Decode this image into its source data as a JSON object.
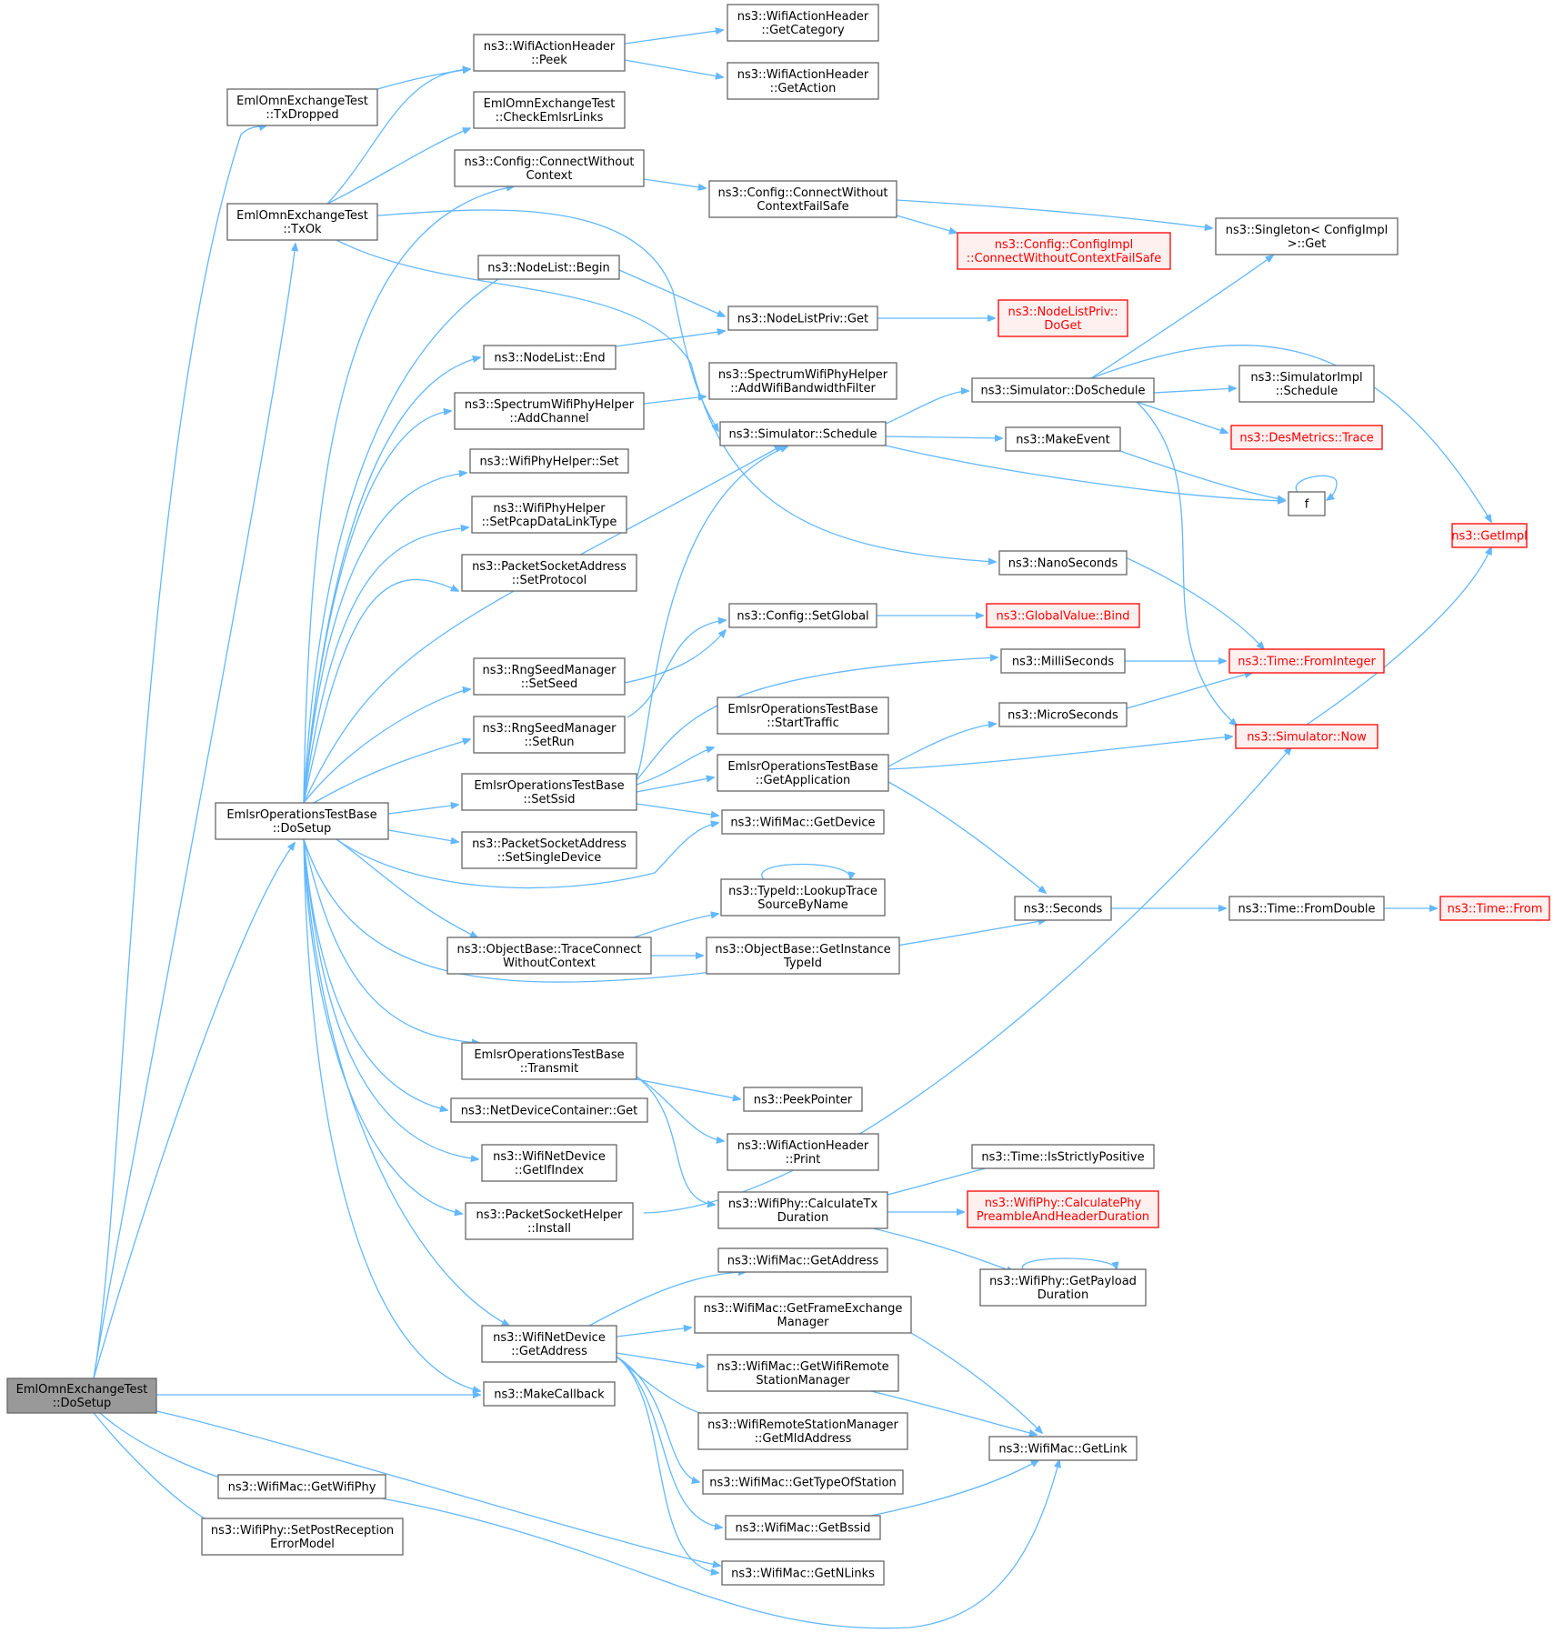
{
  "colors": {
    "edge": "#63b8ff",
    "node_border": "#666666",
    "root_fill": "#999999",
    "truncated_border": "#ff0000",
    "truncated_fill": "#fff0f0"
  },
  "nodes": [
    {
      "id": "root",
      "lines": [
        "EmlOmnExchangeTest",
        "::DoSetup"
      ],
      "kind": "root"
    },
    {
      "id": "txdropped",
      "lines": [
        "EmlOmnExchangeTest",
        "::TxDropped"
      ]
    },
    {
      "id": "txok",
      "lines": [
        "EmlOmnExchangeTest",
        "::TxOk"
      ]
    },
    {
      "id": "ebdosetup",
      "lines": [
        "EmlsrOperationsTestBase",
        "::DoSetup"
      ]
    },
    {
      "id": "getwifiphy",
      "lines": [
        "ns3::WifiMac::GetWifiPhy"
      ]
    },
    {
      "id": "setpostrx",
      "lines": [
        "ns3::WifiPhy::SetPostReception",
        "ErrorModel"
      ]
    },
    {
      "id": "peek",
      "lines": [
        "ns3::WifiActionHeader",
        "::Peek"
      ]
    },
    {
      "id": "checkemlsr",
      "lines": [
        "EmlOmnExchangeTest",
        "::CheckEmlsrLinks"
      ]
    },
    {
      "id": "connwoctx",
      "lines": [
        "ns3::Config::ConnectWithout",
        "Context"
      ]
    },
    {
      "id": "nlbegin",
      "lines": [
        "ns3::NodeList::Begin"
      ]
    },
    {
      "id": "nlend",
      "lines": [
        "ns3::NodeList::End"
      ]
    },
    {
      "id": "addchannel",
      "lines": [
        "ns3::SpectrumWifiPhyHelper",
        "::AddChannel"
      ]
    },
    {
      "id": "wphset",
      "lines": [
        "ns3::WifiPhyHelper::Set"
      ]
    },
    {
      "id": "setpcap",
      "lines": [
        "ns3::WifiPhyHelper",
        "::SetPcapDataLinkType"
      ]
    },
    {
      "id": "setprotocol",
      "lines": [
        "ns3::PacketSocketAddress",
        "::SetProtocol"
      ]
    },
    {
      "id": "setseed",
      "lines": [
        "ns3::RngSeedManager",
        "::SetSeed"
      ]
    },
    {
      "id": "setrun",
      "lines": [
        "ns3::RngSeedManager",
        "::SetRun"
      ]
    },
    {
      "id": "setssid",
      "lines": [
        "EmlsrOperationsTestBase",
        "::SetSsid"
      ]
    },
    {
      "id": "setsingledev",
      "lines": [
        "ns3::PacketSocketAddress",
        "::SetSingleDevice"
      ]
    },
    {
      "id": "traceconnect",
      "lines": [
        "ns3::ObjectBase::TraceConnect",
        "WithoutContext"
      ]
    },
    {
      "id": "transmit",
      "lines": [
        "EmlsrOperationsTestBase",
        "::Transmit"
      ]
    },
    {
      "id": "ndcget",
      "lines": [
        "ns3::NetDeviceContainer::Get"
      ]
    },
    {
      "id": "getifindex",
      "lines": [
        "ns3::WifiNetDevice",
        "::GetIfIndex"
      ]
    },
    {
      "id": "pshinstall",
      "lines": [
        "ns3::PacketSocketHelper",
        "::Install"
      ]
    },
    {
      "id": "wndgetaddr",
      "lines": [
        "ns3::WifiNetDevice",
        "::GetAddress"
      ]
    },
    {
      "id": "makecallback",
      "lines": [
        "ns3::MakeCallback"
      ]
    },
    {
      "id": "getcategory",
      "lines": [
        "ns3::WifiActionHeader",
        "::GetCategory"
      ]
    },
    {
      "id": "getaction",
      "lines": [
        "ns3::WifiActionHeader",
        "::GetAction"
      ]
    },
    {
      "id": "connwoctxfs",
      "lines": [
        "ns3::Config::ConnectWithout",
        "ContextFailSafe"
      ]
    },
    {
      "id": "nlpget",
      "lines": [
        "ns3::NodeListPriv::Get"
      ]
    },
    {
      "id": "addbwfilter",
      "lines": [
        "ns3::SpectrumWifiPhyHelper",
        "::AddWifiBandwidthFilter"
      ]
    },
    {
      "id": "simschedule",
      "lines": [
        "ns3::Simulator::Schedule"
      ]
    },
    {
      "id": "cfgsetglobal",
      "lines": [
        "ns3::Config::SetGlobal"
      ]
    },
    {
      "id": "starttraffic",
      "lines": [
        "EmlsrOperationsTestBase",
        "::StartTraffic"
      ]
    },
    {
      "id": "getapplication",
      "lines": [
        "EmlsrOperationsTestBase",
        "::GetApplication"
      ]
    },
    {
      "id": "getdevice",
      "lines": [
        "ns3::WifiMac::GetDevice"
      ]
    },
    {
      "id": "lookuptrace",
      "lines": [
        "ns3::TypeId::LookupTrace",
        "SourceByName"
      ]
    },
    {
      "id": "getinstancetid",
      "lines": [
        "ns3::ObjectBase::GetInstance",
        "TypeId"
      ]
    },
    {
      "id": "peekpointer",
      "lines": [
        "ns3::PeekPointer"
      ]
    },
    {
      "id": "wahprint",
      "lines": [
        "ns3::WifiActionHeader",
        "::Print"
      ]
    },
    {
      "id": "calctxdur",
      "lines": [
        "ns3::WifiPhy::CalculateTx",
        "Duration"
      ]
    },
    {
      "id": "macgetaddr",
      "lines": [
        "ns3::WifiMac::GetAddress"
      ]
    },
    {
      "id": "getfem",
      "lines": [
        "ns3::WifiMac::GetFrameExchange",
        "Manager"
      ]
    },
    {
      "id": "getrsm",
      "lines": [
        "ns3::WifiMac::GetWifiRemote",
        "StationManager"
      ]
    },
    {
      "id": "getmldaddr",
      "lines": [
        "ns3::WifiRemoteStationManager",
        "::GetMldAddress"
      ]
    },
    {
      "id": "gettypeofsta",
      "lines": [
        "ns3::WifiMac::GetTypeOfStation"
      ]
    },
    {
      "id": "getbssid",
      "lines": [
        "ns3::WifiMac::GetBssid"
      ]
    },
    {
      "id": "getnlinks",
      "lines": [
        "ns3::WifiMac::GetNLinks"
      ]
    },
    {
      "id": "cfgimplcwcfs",
      "lines": [
        "ns3::Config::ConfigImpl",
        "::ConnectWithoutContextFailSafe"
      ],
      "kind": "trunc"
    },
    {
      "id": "nlpdoget",
      "lines": [
        "ns3::NodeListPriv::",
        "DoGet"
      ],
      "kind": "trunc"
    },
    {
      "id": "simdoschedule",
      "lines": [
        "ns3::Simulator::DoSchedule"
      ]
    },
    {
      "id": "makeevent",
      "lines": [
        "ns3::MakeEvent"
      ]
    },
    {
      "id": "nanoseconds",
      "lines": [
        "ns3::NanoSeconds"
      ]
    },
    {
      "id": "gvbind",
      "lines": [
        "ns3::GlobalValue::Bind"
      ],
      "kind": "trunc"
    },
    {
      "id": "milliseconds",
      "lines": [
        "ns3::MilliSeconds"
      ]
    },
    {
      "id": "microseconds",
      "lines": [
        "ns3::MicroSeconds"
      ]
    },
    {
      "id": "seconds",
      "lines": [
        "ns3::Seconds"
      ]
    },
    {
      "id": "isstrictlypos",
      "lines": [
        "ns3::Time::IsStrictlyPositive"
      ]
    },
    {
      "id": "calcpreamble",
      "lines": [
        "ns3::WifiPhy::CalculatePhy",
        "PreambleAndHeaderDuration"
      ],
      "kind": "trunc"
    },
    {
      "id": "getpayloaddur",
      "lines": [
        "ns3::WifiPhy::GetPayload",
        "Duration"
      ]
    },
    {
      "id": "getlink",
      "lines": [
        "ns3::WifiMac::GetLink"
      ]
    },
    {
      "id": "singletonget",
      "lines": [
        "ns3::Singleton< ConfigImpl",
        ">::Get"
      ]
    },
    {
      "id": "simimplsched",
      "lines": [
        "ns3::SimulatorImpl",
        "::Schedule"
      ]
    },
    {
      "id": "desmetrics",
      "lines": [
        "ns3::DesMetrics::Trace"
      ],
      "kind": "trunc"
    },
    {
      "id": "f",
      "lines": [
        "f"
      ]
    },
    {
      "id": "fromint",
      "lines": [
        "ns3::Time::FromInteger"
      ],
      "kind": "trunc"
    },
    {
      "id": "simnow",
      "lines": [
        "ns3::Simulator::Now"
      ],
      "kind": "trunc"
    },
    {
      "id": "fromdouble",
      "lines": [
        "ns3::Time::FromDouble"
      ]
    },
    {
      "id": "getimpl",
      "lines": [
        "ns3::GetImpl"
      ],
      "kind": "trunc"
    },
    {
      "id": "timefrom",
      "lines": [
        "ns3::Time::From"
      ],
      "kind": "trunc"
    }
  ]
}
